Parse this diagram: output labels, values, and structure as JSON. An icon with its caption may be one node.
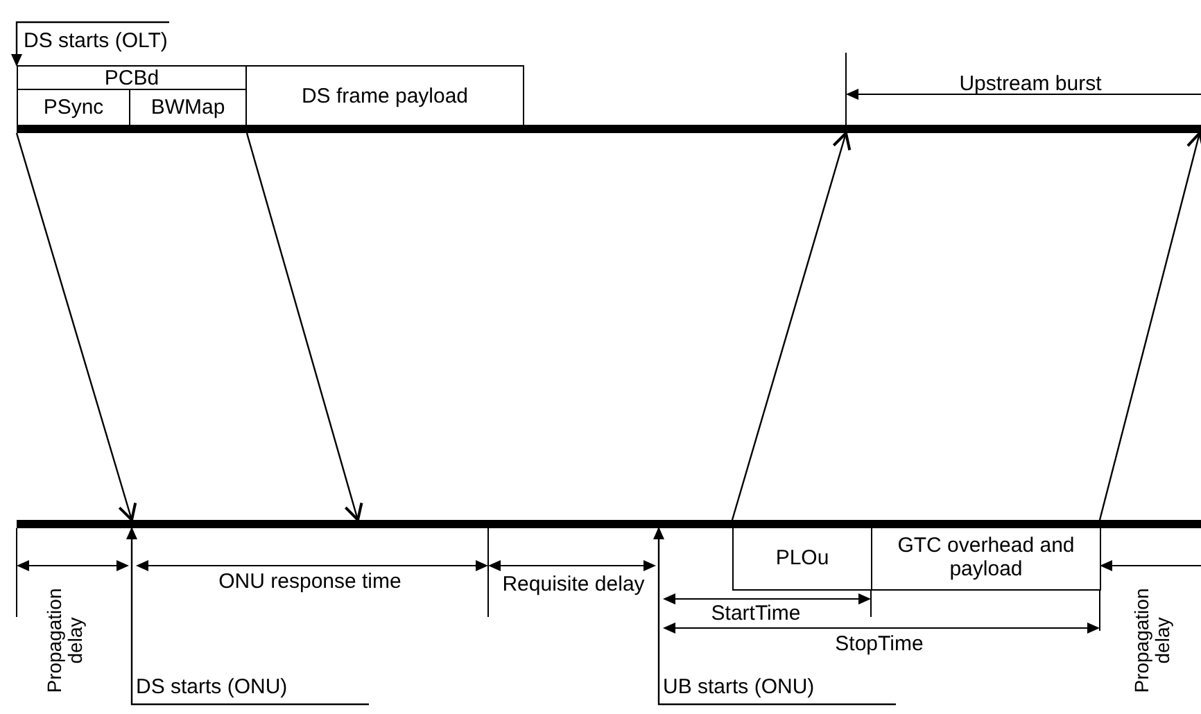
{
  "diagram": {
    "nodes": [
      {
        "text": [
          "PCBd"
        ]
      },
      {
        "text": [
          "PSync"
        ]
      },
      {
        "text": [
          "BWMap"
        ]
      },
      {
        "text": [
          "DS frame payload"
        ]
      },
      {
        "text": [
          "PLOu"
        ]
      },
      {
        "text": [
          "GTC overhead and payload"
        ]
      },
      {
        "text": [],
        "shape": "bar"
      },
      {
        "text": [],
        "shape": "bar"
      },
      {
        "text": [
          "DS starts (OLT)"
        ]
      },
      {
        "text": [
          "DS starts (ONU)"
        ]
      },
      {
        "text": [
          "UB starts (ONU)"
        ]
      }
    ],
    "edges": [
      {
        "from": 6,
        "to": 7,
        "arrow": "to"
      },
      {
        "from": 6,
        "to": 7,
        "arrow": "to"
      },
      {
        "from": 7,
        "to": 6,
        "arrow": "to"
      },
      {
        "from": 7,
        "to": 6,
        "arrow": "to"
      },
      {
        "from": 8,
        "to": 0,
        "arrow": "to"
      },
      {
        "from": 9,
        "to": 7,
        "arrow": "to"
      },
      {
        "from": 10,
        "to": 7,
        "arrow": "to"
      }
    ],
    "labels": [
      "Upstream burst",
      "Propagation delay",
      "ONU response time",
      "Requisite delay",
      "StartTime",
      "StopTime",
      "Propagation delay"
    ]
  }
}
